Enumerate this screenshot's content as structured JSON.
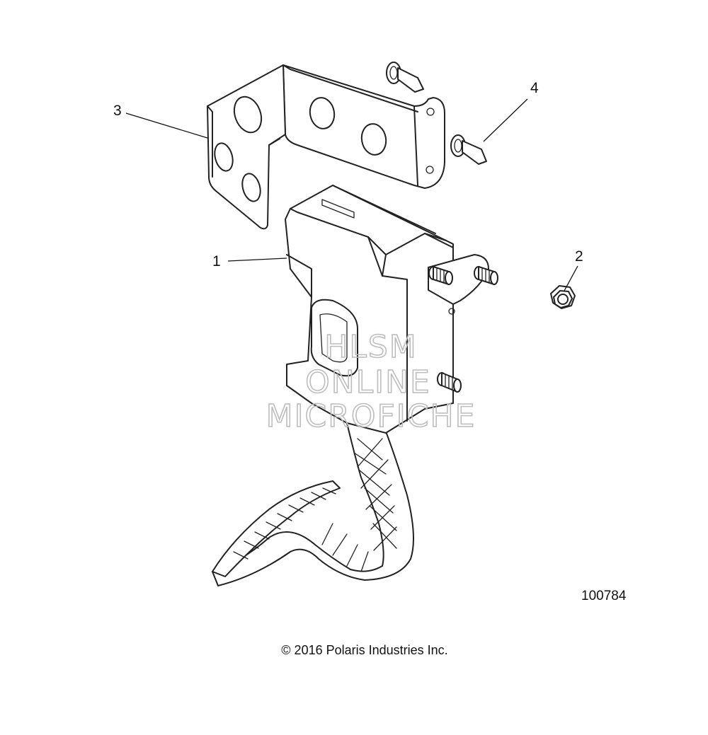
{
  "diagram": {
    "callouts": [
      {
        "id": "1",
        "label": "1"
      },
      {
        "id": "2",
        "label": "2"
      },
      {
        "id": "3",
        "label": "3"
      },
      {
        "id": "4",
        "label": "4"
      }
    ],
    "figure_number": "100784",
    "copyright": "© 2016 Polaris Industries Inc.",
    "watermark": [
      "HLSM",
      "ONLINE",
      "MICROFICHE"
    ]
  }
}
